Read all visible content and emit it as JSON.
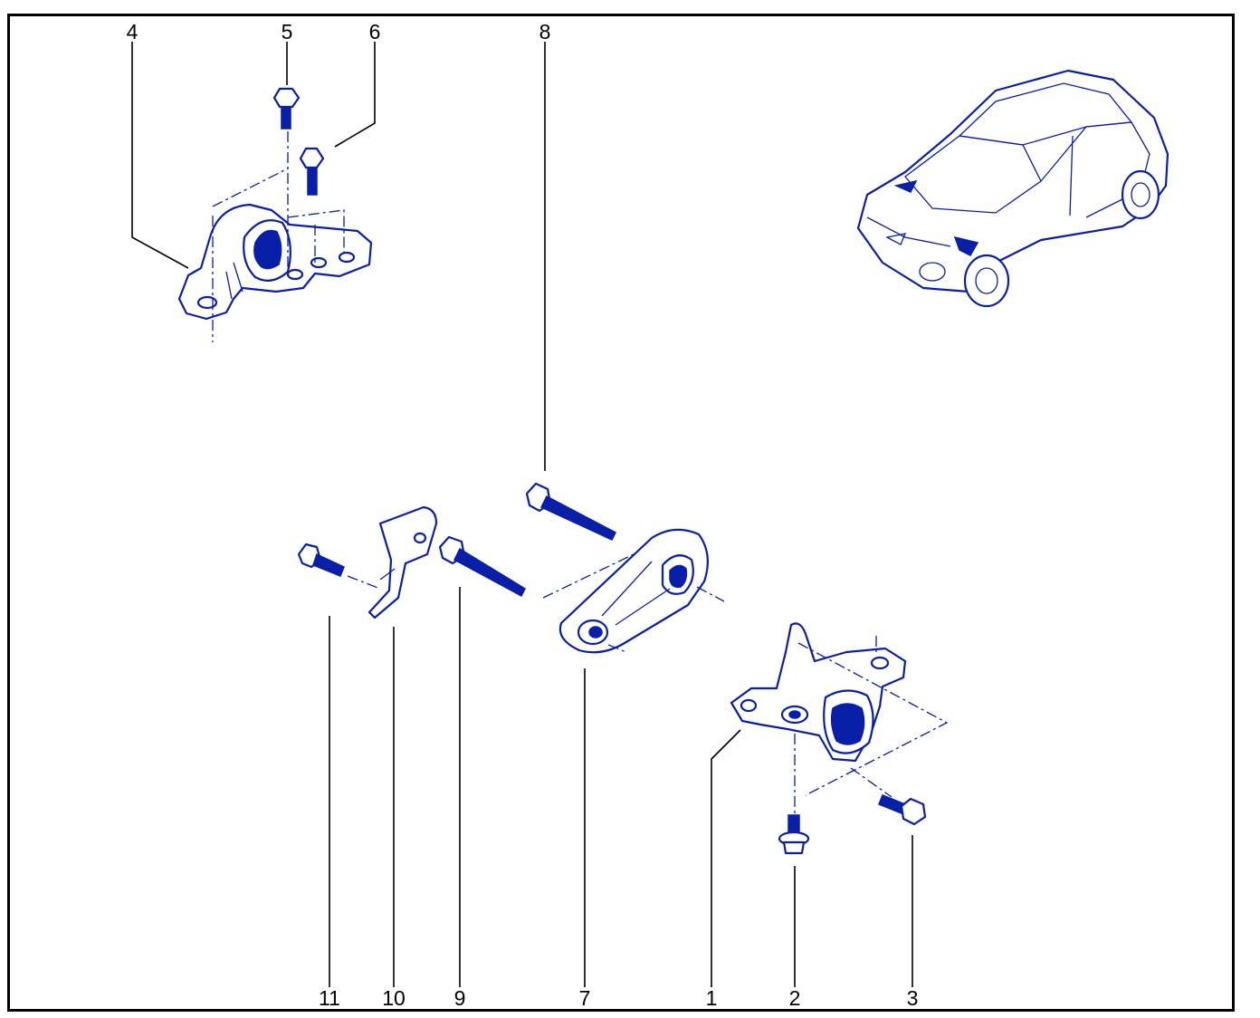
{
  "callouts": [
    {
      "number": "1"
    },
    {
      "number": "2"
    },
    {
      "number": "3"
    },
    {
      "number": "4"
    },
    {
      "number": "5"
    },
    {
      "number": "6"
    },
    {
      "number": "7"
    },
    {
      "number": "8"
    },
    {
      "number": "9"
    },
    {
      "number": "10"
    },
    {
      "number": "11"
    }
  ],
  "colors": {
    "line_art": "#0a1fa8",
    "labels": "#000000",
    "frame": "#000000",
    "background": "#ffffff"
  }
}
